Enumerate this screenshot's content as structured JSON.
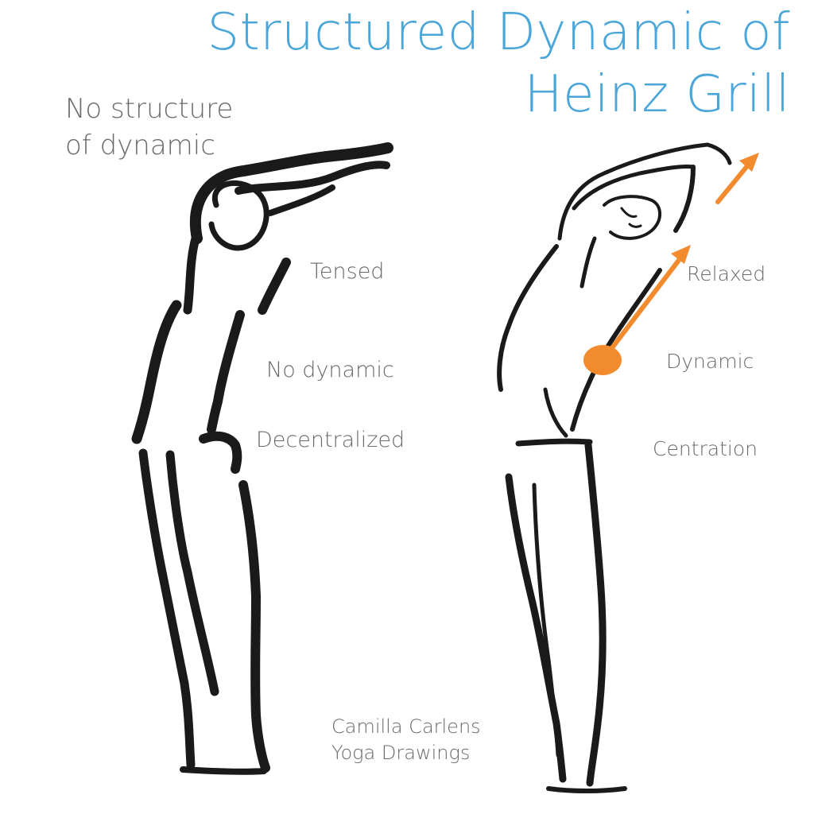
{
  "title": {
    "line1": "Structured Dynamic of",
    "line2": "Heinz Grill"
  },
  "left_figure": {
    "heading_line1": "No structure",
    "heading_line2": "of dynamic",
    "labels": [
      "Tensed",
      "No dynamic",
      "Decentralized"
    ]
  },
  "right_figure": {
    "labels": [
      "Relaxed",
      "Dynamic",
      "Centration"
    ]
  },
  "credit": {
    "line1": "Camilla Carlens",
    "line2": "Yoga Drawings"
  },
  "colors": {
    "title": "#4aa6d9",
    "label": "#6a6a6a",
    "ink": "#1a1a1a",
    "accent": "#f28a2e"
  }
}
